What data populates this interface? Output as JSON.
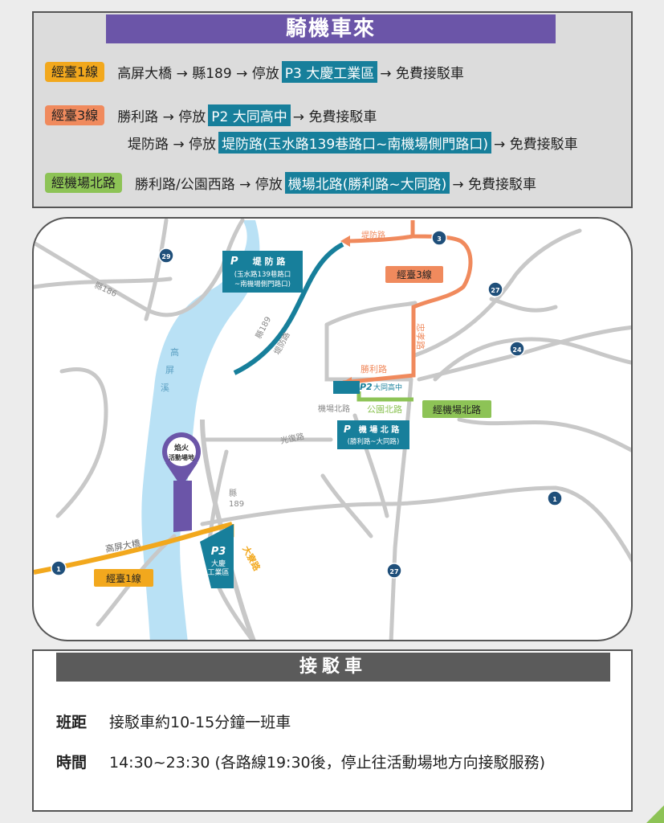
{
  "header": {
    "title": "騎機車來"
  },
  "routes": [
    {
      "tag": "經臺1線",
      "color": "#f2a81d",
      "lines": [
        {
          "pre": "高屏大橋 → 縣189 → 停放",
          "hl": "P3 大慶工業區",
          "post": "→ 免費接駁車"
        }
      ]
    },
    {
      "tag": "經臺3線",
      "color": "#f08a5d",
      "lines": [
        {
          "pre": "勝利路 → 停放",
          "hl": "P2 大同高中",
          "post": "→ 免費接駁車"
        },
        {
          "pre": "堤防路 → 停放",
          "hl": "堤防路(玉水路139巷路口~南機場側門路口)",
          "post": "→ 免費接駁車"
        }
      ]
    },
    {
      "tag": "經機場北路",
      "color": "#8dc356",
      "lines": [
        {
          "pre": "勝利路/公園西路 → 停放",
          "hl": "機場北路(勝利路~大同路)",
          "post": "→ 免費接駁車"
        }
      ]
    }
  ],
  "map": {
    "river_name": [
      "高",
      "屏",
      "溪"
    ],
    "venue": [
      "焰火",
      "活動場地"
    ],
    "p3": {
      "code": "P3",
      "name1": "大慶",
      "name2": "工業區"
    },
    "p_dike": {
      "code": "P",
      "name": "堤 防 路",
      "sub1": "(玉水路139巷路口",
      "sub2": "~南機場側門路口)"
    },
    "p_airport": {
      "code": "P",
      "name": "機 場 北 路",
      "sub": "(勝利路~大同路)"
    },
    "p2": {
      "code": "P2",
      "name": "大同高中"
    },
    "labels": {
      "county186": "縣186",
      "county189a": "縣189",
      "dike_road_v": "堤防路",
      "dike_road_top": "堤防路",
      "zhongxiao": "忠孝路",
      "shengli": "勝利路",
      "gongyuan": "公園北路",
      "jichang": "機場北路",
      "guangfu": "光復路",
      "county189b_1": "縣",
      "county189b_2": "189",
      "bridge": "高屏大橋",
      "daliao": "大寮路"
    },
    "route_tags": {
      "t1": "經臺1線",
      "t3": "經臺3線",
      "airport": "經機場北路"
    },
    "shields": [
      "29",
      "3",
      "27",
      "24",
      "1",
      "27",
      "1"
    ]
  },
  "shuttle": {
    "title": "接駁車",
    "rows": [
      {
        "label": "班距",
        "value": "接駁車約10-15分鐘一班車"
      },
      {
        "label": "時間",
        "value": "14:30~23:30 (各路線19:30後，停止往活動場地方向接駁服務)"
      }
    ]
  }
}
